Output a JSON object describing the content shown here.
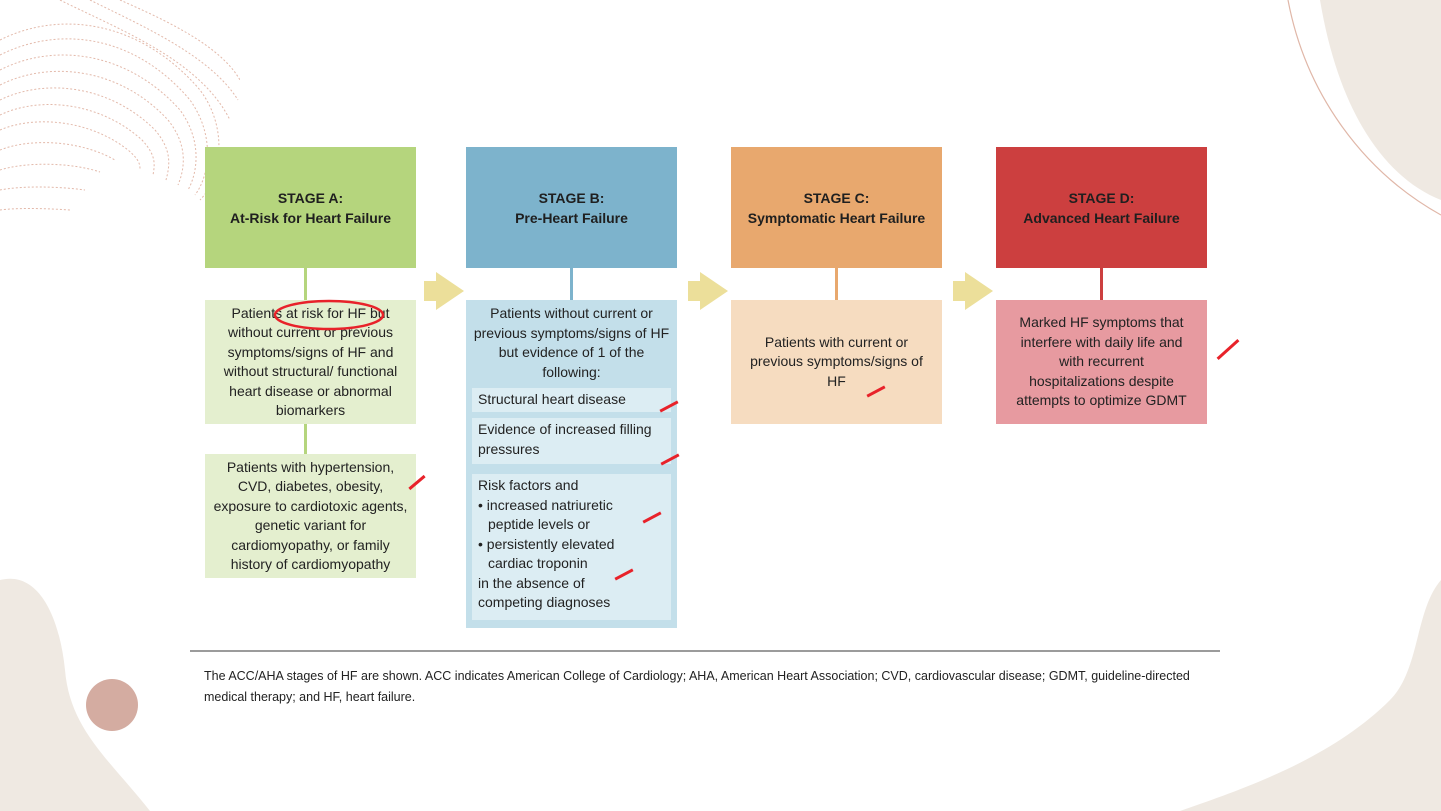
{
  "stages": [
    {
      "id": "a",
      "title": "STAGE A:",
      "subtitle": "At-Risk for Heart Failure",
      "description": "Patients at risk for HF but without current or previous symptoms/signs of HF and without structural/ functional heart disease or abnormal biomarkers",
      "extra": "Patients with hypertension, CVD, diabetes, obesity, exposure to cardiotoxic agents, genetic variant for cardiomyopathy, or family history of cardiomyopathy",
      "color": "#b5d57d",
      "light_color": "#e4efcf"
    },
    {
      "id": "b",
      "title": "STAGE B:",
      "subtitle": "Pre-Heart Failure",
      "description": "Patients without current or previous symptoms/signs of HF but evidence of 1 of the following:",
      "criteria": [
        "Structural heart disease",
        "Evidence of increased filling pressures"
      ],
      "risk_lines": [
        "Risk factors and",
        "• increased natriuretic",
        "peptide levels or",
        "• persistently elevated",
        "cardiac troponin",
        "in the absence of",
        "competing diagnoses"
      ],
      "color": "#7db3cc",
      "light_color": "#c3dfea"
    },
    {
      "id": "c",
      "title": "STAGE C:",
      "subtitle": "Symptomatic Heart Failure",
      "description": "Patients with current or previous symptoms/signs of HF",
      "color": "#e8a86e",
      "light_color": "#f6dcc0"
    },
    {
      "id": "d",
      "title": "STAGE D:",
      "subtitle": "Advanced Heart Failure",
      "description": "Marked HF symptoms that interfere with daily life and with recurrent hospitalizations despite attempts to optimize GDMT",
      "color": "#cc3f3f",
      "light_color": "#e79aa0"
    }
  ],
  "caption": "The ACC/AHA stages of HF are shown. ACC indicates American College of Cardiology; AHA, American Heart Association; CVD, cardiovascular disease; GDMT, guideline-directed medical therapy; and HF, heart failure.",
  "colors": {
    "arrow": "#ecdf9a",
    "annotation": "#e8222a",
    "deco_beige": "#efe9e2",
    "deco_circle": "#d4aca1",
    "deco_line": "#e0b7a8"
  }
}
